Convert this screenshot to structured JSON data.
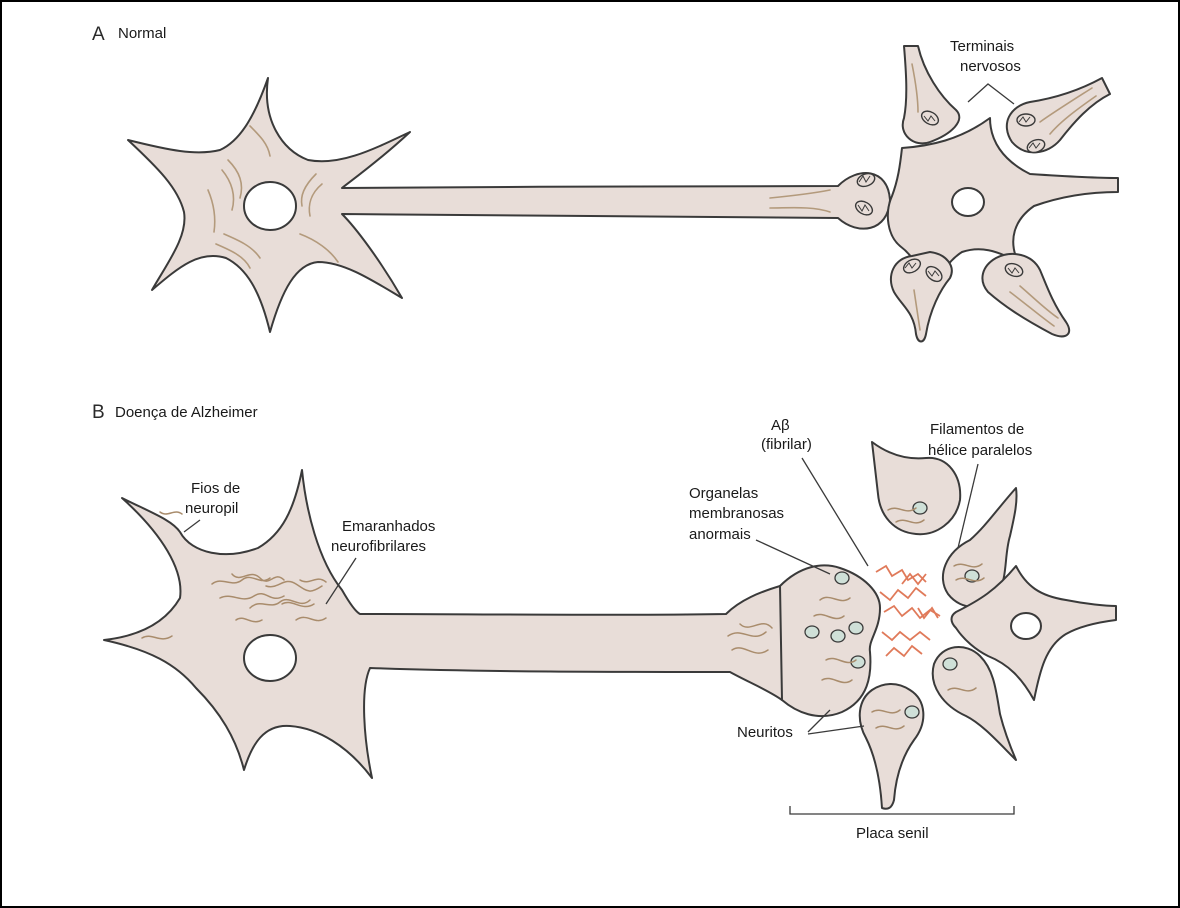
{
  "panel_a": {
    "letter": "A",
    "title": "Normal"
  },
  "panel_b": {
    "letter": "B",
    "title": "Doença de Alzheimer"
  },
  "labels": {
    "terminais_1": "Terminais",
    "terminais_2": "nervosos",
    "abeta_1": "Aβ",
    "abeta_2": "(fibrilar)",
    "filamentos_1": "Filamentos de",
    "filamentos_2": "hélice paralelos",
    "fios_1": "Fios de",
    "fios_2": "neuropil",
    "emaranhados_1": "Emaranhados",
    "emaranhados_2": "neurofibrilares",
    "organelas_1": "Organelas",
    "organelas_2": "membranosas",
    "organelas_3": "anormais",
    "neuritos": "Neuritos",
    "placa": "Placa senil"
  },
  "colors": {
    "cell_fill": "#e8ddd8",
    "outline": "#3a3a3a",
    "fibril": "#b39a7c",
    "amyloid": "#e07a5a",
    "organelle": "#cfe0d8"
  }
}
